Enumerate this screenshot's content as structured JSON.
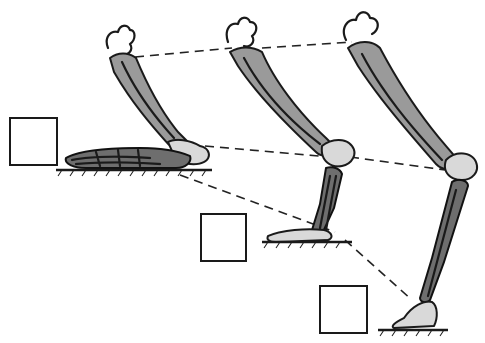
{
  "figure": {
    "panels": [
      {
        "id": "plantigrade",
        "label_box": ""
      },
      {
        "id": "digitigrade",
        "label_box": ""
      },
      {
        "id": "unguligrade",
        "label_box": ""
      }
    ]
  }
}
